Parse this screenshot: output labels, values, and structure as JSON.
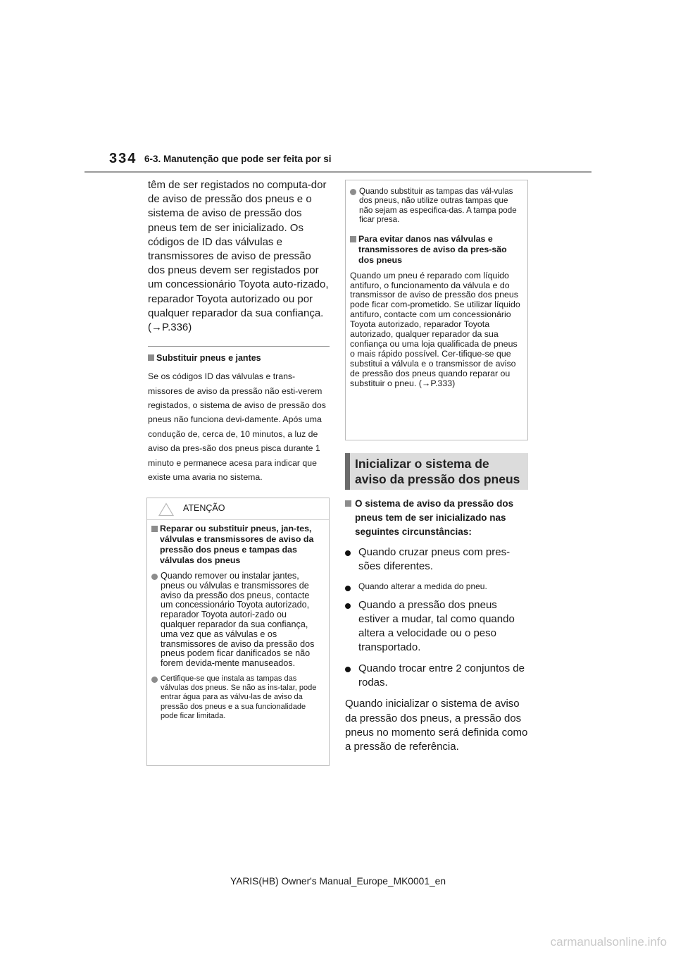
{
  "header": {
    "page_number": "334",
    "section_title": "6-3. Manutenção que pode ser feita por si"
  },
  "left_column": {
    "intro": "têm de ser registados no computa-dor de aviso de pressão dos pneus e o sistema de aviso de pressão dos pneus tem de ser inicializado. Os códigos de ID das válvulas e transmissores de aviso de pressão dos pneus devem ser registados por um concessionário Toyota auto-rizado, reparador Toyota autorizado ou por qualquer reparador da sua confiança. (→P.336)",
    "subheading": "Substituir pneus e jantes",
    "sub_body": "Se os códigos ID das válvulas e trans-missores de aviso da pressão não esti-verem registados, o sistema de aviso de pressão dos pneus não funciona devi-damente. Após uma condução de, cerca de, 10 minutos, a luz de aviso da pres-são dos pneus pisca durante 1 minuto e permanece acesa para indicar que existe uma avaria no sistema."
  },
  "warning_box": {
    "label": "ATENÇÃO",
    "block_title": "Reparar ou substituir pneus, jan-tes, válvulas e transmissores de aviso da pressão dos pneus e tampas das válvulas dos pneus",
    "bullets": [
      "Quando remover ou instalar jantes, pneus ou válvulas e transmissores de aviso da pressão dos pneus, contacte um concessionário Toyota autorizado, reparador Toyota autori-zado ou qualquer reparador da sua confiança, uma vez que as válvulas e os transmissores de aviso da pressão dos pneus podem ficar danificados se não forem devida-mente manuseados.",
      "Certifique-se que instala as tampas das válvulas dos pneus. Se não as ins-talar, pode entrar água para as válvu-las de aviso da pressão dos pneus e a sua funcionalidade pode ficar limitada."
    ]
  },
  "right_box": {
    "bullet": "Quando substituir as tampas das vál-vulas dos pneus, não utilize outras tampas que não sejam as especifica-das. A tampa pode ficar presa.",
    "block_title": "Para evitar danos nas válvulas e transmissores de aviso da pres-são dos pneus",
    "body": "Quando um pneu é reparado com líquido antifuro, o funcionamento da válvula e do transmissor de aviso de pressão dos pneus pode ficar com-prometido. Se utilizar líquido antifuro, contacte com um concessionário Toyota autorizado, reparador Toyota autorizado, qualquer reparador da sua confiança ou uma loja qualificada de pneus o mais rápido possível. Cer-tifique-se que substitui a válvula e o transmissor de aviso de pressão dos pneus quando reparar ou substituir o pneu. (→P.333)"
  },
  "right_heading": {
    "line1": "Inicializar o sistema de",
    "line2": "aviso da pressão dos pneus"
  },
  "right_lower": {
    "condition": "O sistema de aviso da pressão dos pneus tem de ser inicializado nas seguintes circunstâncias:",
    "bullets": [
      "Quando cruzar pneus com pres-sões diferentes.",
      "Quando alterar a medida do pneu.",
      "Quando a pressão dos pneus estiver a mudar, tal como quando altera a velocidade ou o peso transportado.",
      "Quando trocar entre 2 conjuntos de rodas."
    ],
    "paragraph": "Quando inicializar o sistema de aviso da pressão dos pneus, a pressão dos pneus no momento será definida como a pressão de referência."
  },
  "footer": {
    "text": "YARIS(HB) Owner's Manual_Europe_MK0001_en",
    "watermark": "carmanualsonline.info"
  },
  "colors": {
    "rule": "#9a9a9a",
    "marker": "#8c8c8c",
    "heading_bg": "#dcdcdc",
    "heading_bar": "#6b6b6b"
  }
}
